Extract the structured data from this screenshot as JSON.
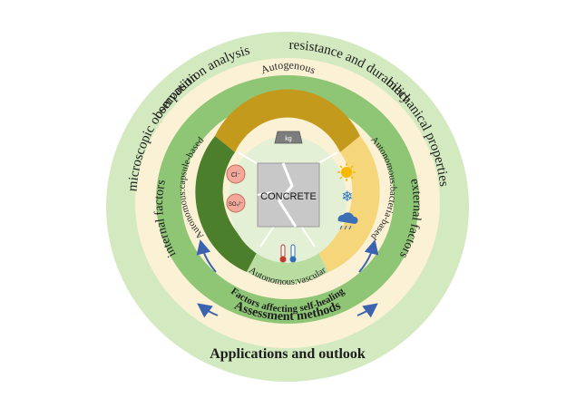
{
  "rings": {
    "applications": {
      "arc_terms": [
        "microscopic observation",
        "composition analysis",
        "resistance and durability",
        "mechanical properties"
      ],
      "title": "Applications and outlook"
    },
    "assessment": {
      "title": "Assessment methods"
    },
    "factors": {
      "left": "internal factors",
      "right": "external factors",
      "title": "Factors affecting self-healing"
    },
    "mechanisms": {
      "top": "Autogenous",
      "left": "Autonomous:capsule-based",
      "right": "Autonomous:bacteria-based",
      "bottom": "Autonomous:vascular"
    }
  },
  "center": {
    "label": "CONCRETE",
    "weight_label": "kg"
  },
  "ions": {
    "chloride": "Cl⁻",
    "sulfate": "SO₄²⁻"
  },
  "colors": {
    "outer_ring": "#d3e9bf",
    "band_light": "#fbf1d4",
    "green_ring": "#8fc676",
    "gold": "#c49a1c",
    "yellow": "#f6d67a",
    "dark_green": "#4c7f2c",
    "inner_light": "#e3f0d5",
    "arrow": "#3b63b0"
  }
}
